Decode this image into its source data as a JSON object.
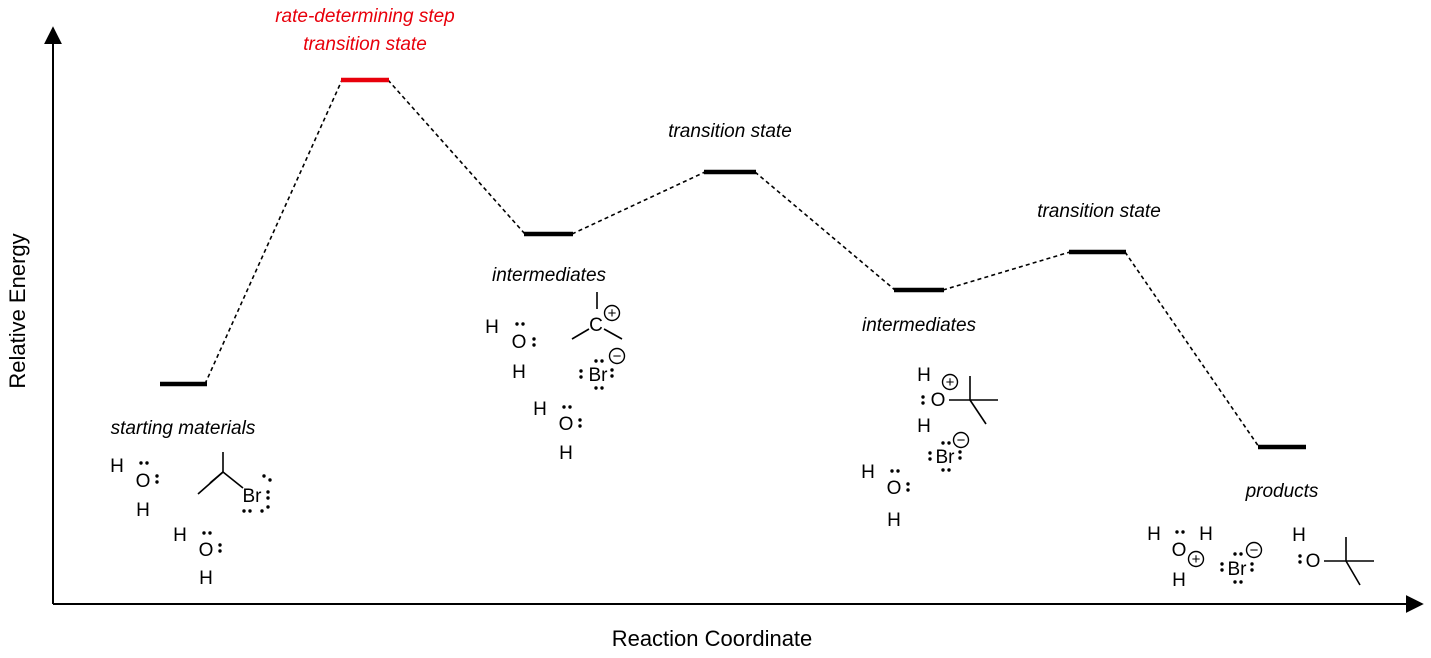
{
  "diagram": {
    "xlabel": "Reaction Coordinate",
    "ylabel": "Relative Energy",
    "colors": {
      "line": "#000000",
      "rate_determining": "#e8000b"
    },
    "states": [
      {
        "id": "starting-materials",
        "label": "starting materials",
        "kind": "reactant"
      },
      {
        "id": "ts1",
        "label_lines": [
          "rate-determining step",
          "transition state"
        ],
        "kind": "transition_state",
        "rate_determining": true
      },
      {
        "id": "intermediates-1",
        "label": "intermediates",
        "kind": "intermediate"
      },
      {
        "id": "ts2",
        "label": "transition state",
        "kind": "transition_state"
      },
      {
        "id": "intermediates-2",
        "label": "intermediates",
        "kind": "intermediate"
      },
      {
        "id": "ts3",
        "label": "transition state",
        "kind": "transition_state"
      },
      {
        "id": "products",
        "label": "products",
        "kind": "product"
      }
    ],
    "energy_order": [
      "ts1",
      "ts2",
      "intermediates-1",
      "ts3",
      "intermediates-2",
      "starting-materials",
      "products"
    ],
    "atoms": {
      "hydrogen": "H",
      "oxygen": "O",
      "carbon": "C",
      "bromine": "Br"
    },
    "charges": {
      "plus": "+",
      "minus": "−"
    }
  }
}
